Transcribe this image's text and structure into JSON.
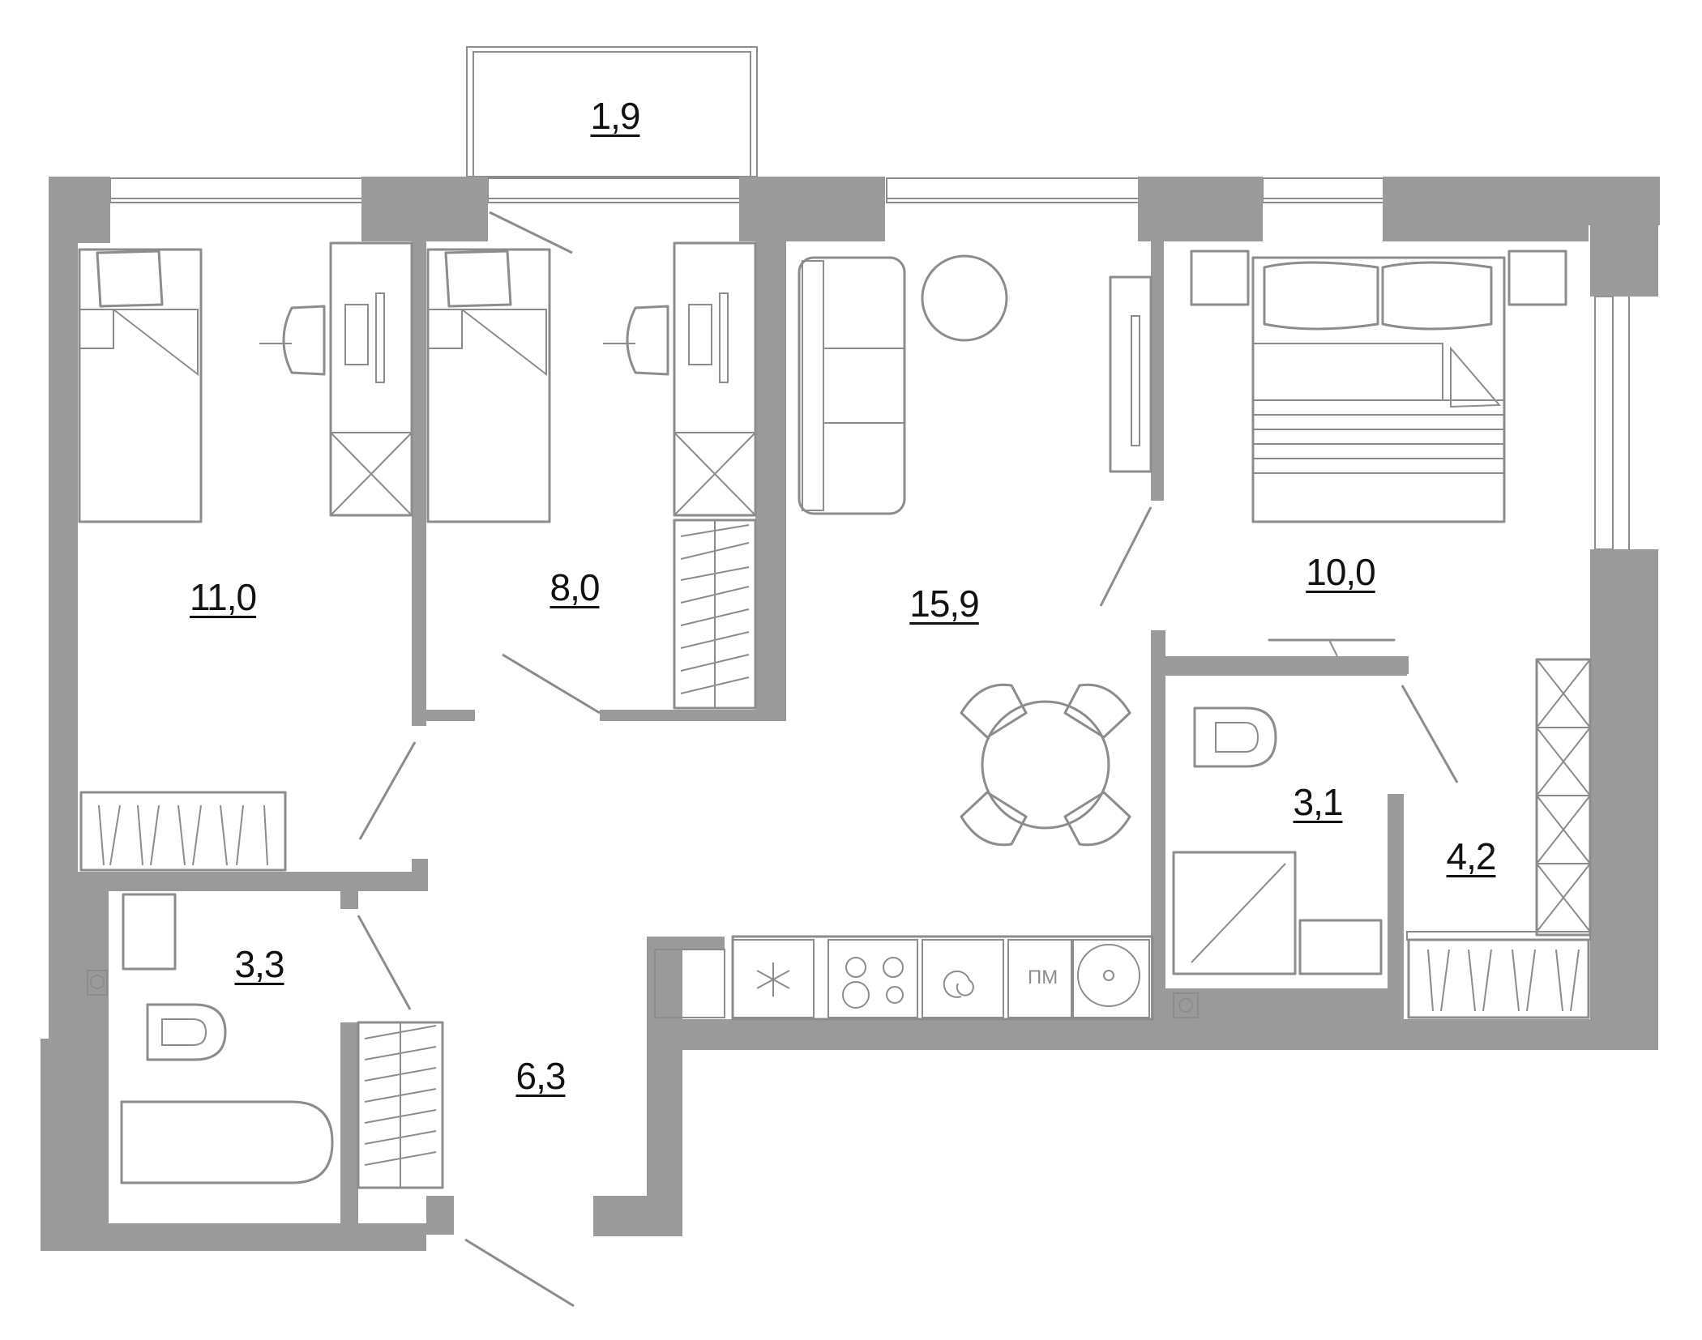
{
  "rooms": [
    {
      "id": "balcony",
      "area": "1,9"
    },
    {
      "id": "bedroom-left",
      "area": "11,0"
    },
    {
      "id": "bedroom-middle",
      "area": "8,0"
    },
    {
      "id": "living-kitchen",
      "area": "15,9"
    },
    {
      "id": "bedroom-master",
      "area": "10,0"
    },
    {
      "id": "bathroom-right",
      "area": "3,1"
    },
    {
      "id": "hall-right",
      "area": "4,2"
    },
    {
      "id": "bathroom-left",
      "area": "3,3"
    },
    {
      "id": "hallway",
      "area": "6,3"
    }
  ],
  "appliances": {
    "dishwasher_label": "ПМ"
  },
  "colors": {
    "wall": "#9a9a9a",
    "line": "#8c8c8c",
    "text": "#111111"
  }
}
